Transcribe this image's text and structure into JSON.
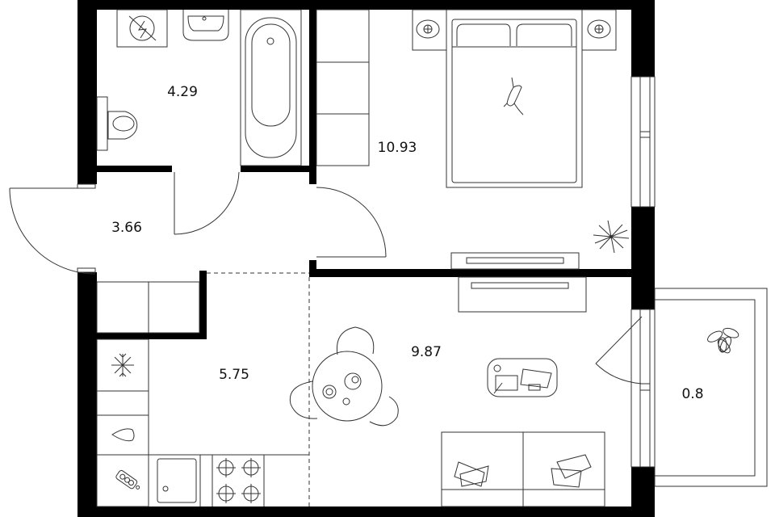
{
  "plan": {
    "colors": {
      "wall": "#000000",
      "line": "#333333",
      "background": "#ffffff"
    },
    "rooms": {
      "bathroom": {
        "area": "4.29"
      },
      "bedroom": {
        "area": "10.93"
      },
      "hallway": {
        "area": "3.66"
      },
      "kitchen": {
        "area": "5.75"
      },
      "living_room": {
        "area": "9.87"
      },
      "balcony": {
        "area": "0.8"
      }
    },
    "icons": [
      "washing-machine-icon",
      "sink-icon",
      "bathtub-icon",
      "toilet-icon",
      "bed-icon",
      "cat-icon",
      "plant-icon",
      "tv-icon",
      "desk-icon",
      "laptop-icon",
      "sofa-icon",
      "dining-table-icon",
      "snowflake-icon",
      "drop-icon",
      "cutting-board-icon",
      "cooktop-icon"
    ]
  }
}
